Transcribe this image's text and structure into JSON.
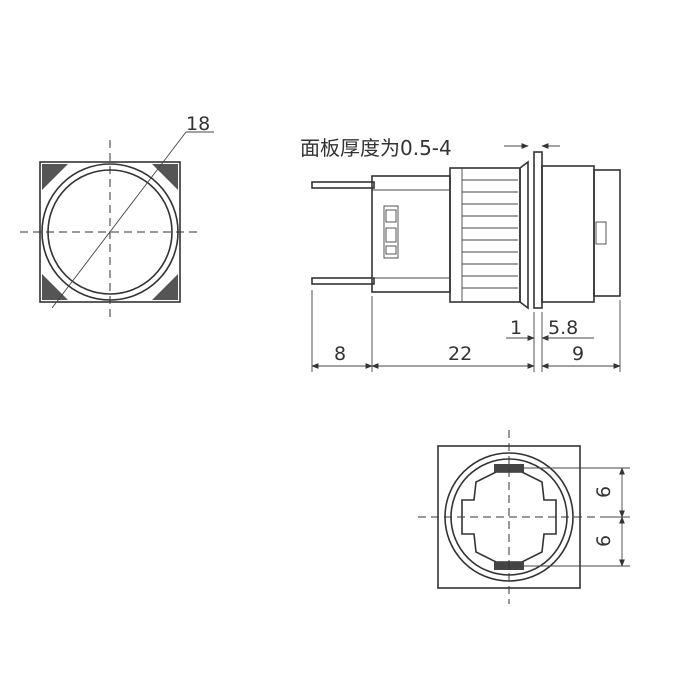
{
  "front_view": {
    "diameter_label": "18"
  },
  "side_view": {
    "panel_thickness_note": "面板厚度为0.5-4",
    "dim_pins": "8",
    "dim_body": "22",
    "dim_bezel": "9",
    "dim_flange": "1",
    "dim_front": "5.8"
  },
  "rear_view": {
    "spacing_upper": "6",
    "spacing_lower": "6"
  }
}
